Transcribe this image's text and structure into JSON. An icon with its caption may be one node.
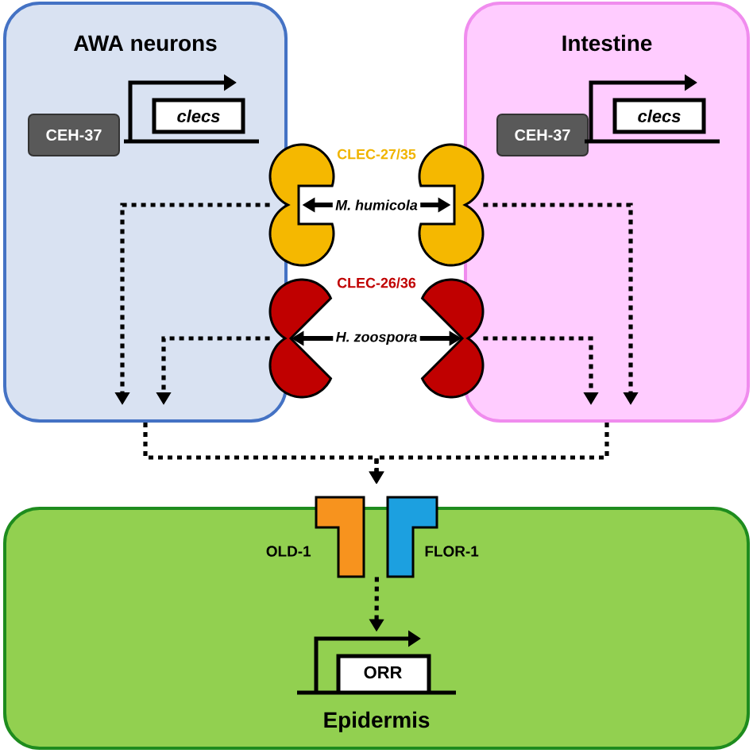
{
  "diagram": {
    "nodes": [
      {
        "text": [
          "AWA neurons"
        ]
      },
      {
        "text": [
          "CEH-37"
        ],
        "in": 0
      },
      {
        "text": [
          "clecs"
        ],
        "in": 0
      },
      {
        "text": [
          "Intestine"
        ]
      },
      {
        "text": [
          "CEH-37"
        ],
        "in": 3
      },
      {
        "text": [
          "clecs"
        ],
        "in": 3
      },
      {
        "text": [
          "M. humicola"
        ]
      },
      {
        "text": [
          "H. zoospora"
        ]
      },
      {
        "text": [],
        "shape": "pacman"
      },
      {
        "text": [],
        "shape": "pacman"
      },
      {
        "text": [],
        "shape": "pacman"
      },
      {
        "text": [],
        "shape": "pacman"
      },
      {
        "text": [
          "Epidermis"
        ]
      },
      {
        "text": [],
        "shape": "receptor",
        "beside": [
          "OLD-1"
        ]
      },
      {
        "text": [],
        "shape": "receptor",
        "beside": [
          "FLOR-1"
        ]
      },
      {
        "text": [
          "ORR"
        ],
        "in": 12
      }
    ],
    "edges": [
      {
        "from": 6,
        "to": 8,
        "arrow": "to"
      },
      {
        "from": 6,
        "to": 9,
        "arrow": "to"
      },
      {
        "from": 7,
        "to": 10,
        "arrow": "to"
      },
      {
        "from": 7,
        "to": 11,
        "arrow": "to"
      },
      {
        "from": 8,
        "to": null,
        "arrow": "to",
        "style": "dashed"
      },
      {
        "from": 10,
        "to": null,
        "arrow": "to",
        "style": "dashed"
      },
      {
        "from": 9,
        "to": null,
        "arrow": "to",
        "style": "dashed"
      },
      {
        "from": 11,
        "to": null,
        "arrow": "to",
        "style": "dashed"
      },
      {
        "from": 0,
        "to": 13,
        "arrow": "to",
        "style": "dashed"
      },
      {
        "from": 3,
        "to": 14,
        "arrow": "to",
        "style": "dashed"
      },
      {
        "from": 13,
        "to": 15,
        "arrow": "to",
        "style": "dashed"
      }
    ],
    "labels": [
      "CLEC-27/35",
      "CLEC-26/36"
    ]
  }
}
